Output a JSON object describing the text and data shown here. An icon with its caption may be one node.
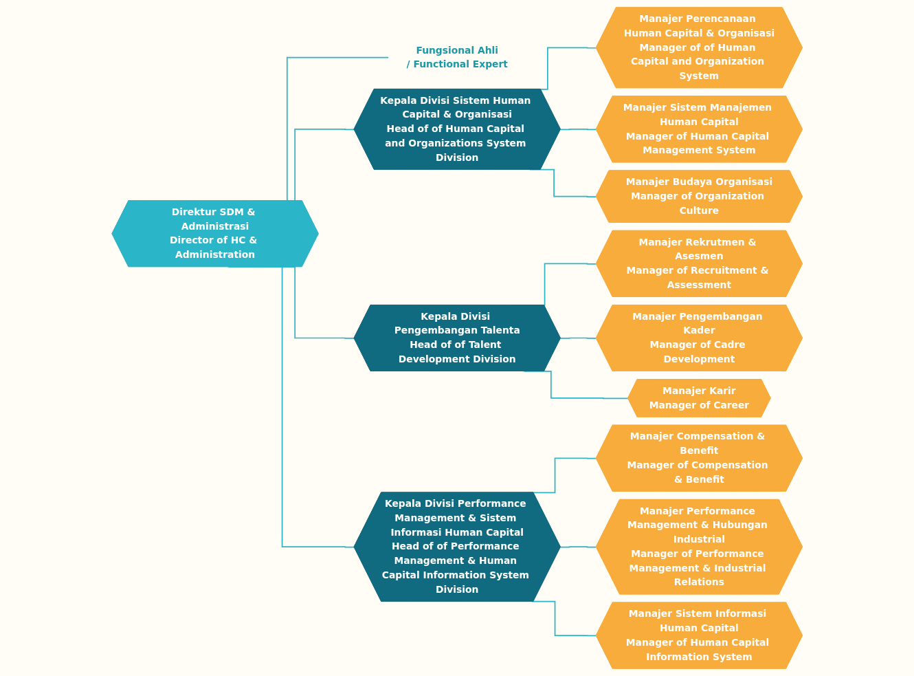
{
  "diagram": {
    "nodes": [
      {
        "text": [
          "Direktur SDM & Administrasi",
          "Director of HC & Administration"
        ]
      },
      {
        "text": [
          "Fungsional Ahli",
          "/ Functional Expert"
        ]
      },
      {
        "text": [
          "Kepala Divisi Sistem Human Capital & Organisasi",
          "Head of of Human Capital and Organizations System Division"
        ]
      },
      {
        "text": [
          "Kepala Divisi Pengembangan Talenta",
          "Head of of Talent Development Division"
        ]
      },
      {
        "text": [
          "Kepala Divisi Performance Management & Sistem Informasi Human Capital",
          "Head of of Performance Management & Human Capital Information System Division"
        ]
      },
      {
        "text": [
          "Manajer Perencanaan Human Capital & Organisasi",
          "Manager of of Human Capital and Organization System"
        ]
      },
      {
        "text": [
          "Manajer Sistem Manajemen Human Capital",
          "Manager of Human Capital Management System"
        ]
      },
      {
        "text": [
          "Manajer Budaya Organisasi",
          "Manager of Organization Culture"
        ]
      },
      {
        "text": [
          "Manajer Rekrutmen & Asesmen",
          "Manager of Recruitment & Assessment"
        ]
      },
      {
        "text": [
          "Manajer Pengembangan Kader",
          "Manager of Cadre Development"
        ]
      },
      {
        "text": [
          "Manajer Karir",
          "Manager of Career"
        ]
      },
      {
        "text": [
          "Manajer Compensation & Benefit",
          "Manager of Compensation & Benefit"
        ]
      },
      {
        "text": [
          "Manajer Performance Management & Hubungan Industrial",
          "Manager of Performance Management & Industrial Relations"
        ]
      },
      {
        "text": [
          "Manajer Sistem Informasi Human Capital",
          "Manager of Human Capital Information System"
        ]
      }
    ],
    "edges": [
      {
        "from": 0,
        "to": 1,
        "arrow": "none"
      },
      {
        "from": 0,
        "to": 2,
        "arrow": "none"
      },
      {
        "from": 0,
        "to": 3,
        "arrow": "none"
      },
      {
        "from": 0,
        "to": 4,
        "arrow": "none"
      },
      {
        "from": 2,
        "to": 5,
        "arrow": "none"
      },
      {
        "from": 2,
        "to": 6,
        "arrow": "none"
      },
      {
        "from": 2,
        "to": 7,
        "arrow": "none"
      },
      {
        "from": 3,
        "to": 8,
        "arrow": "none"
      },
      {
        "from": 3,
        "to": 9,
        "arrow": "none"
      },
      {
        "from": 3,
        "to": 10,
        "arrow": "none"
      },
      {
        "from": 4,
        "to": 11,
        "arrow": "none"
      },
      {
        "from": 4,
        "to": 12,
        "arrow": "none"
      },
      {
        "from": 4,
        "to": 13,
        "arrow": "none"
      }
    ]
  }
}
